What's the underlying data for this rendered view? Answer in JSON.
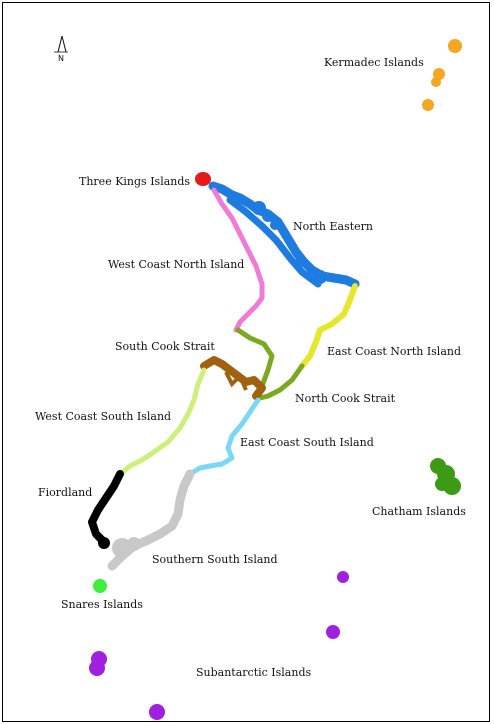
{
  "north_label": "N",
  "regions": {
    "kermadec": {
      "label": "Kermadec Islands",
      "color": "#f5a623"
    },
    "three_kings": {
      "label": "Three Kings Islands",
      "color": "#e51b1b"
    },
    "north_eastern": {
      "label": "North Eastern",
      "color": "#1e7be0"
    },
    "wcni": {
      "label": "West Coast North Island",
      "color": "#f07ad8"
    },
    "ecni": {
      "label": "East Coast North Island",
      "color": "#e6e62a"
    },
    "south_cook": {
      "label": "South Cook Strait",
      "color": "#a0620e"
    },
    "north_cook": {
      "label": "North Cook Strait",
      "color": "#7aa81e"
    },
    "wcsi": {
      "label": "West Coast South Island",
      "color": "#ccf07a"
    },
    "ecsi": {
      "label": "East Coast South Island",
      "color": "#7ad8f5"
    },
    "fiordland": {
      "label": "Fiordland",
      "color": "#000000"
    },
    "southern_si": {
      "label": "Southern South Island",
      "color": "#c8c8c8"
    },
    "chatham": {
      "label": "Chatham Islands",
      "color": "#3c9a14"
    },
    "snares": {
      "label": "Snares Islands",
      "color": "#3cf03c"
    },
    "subantarctic": {
      "label": "Subantarctic Islands",
      "color": "#a020e0"
    }
  }
}
